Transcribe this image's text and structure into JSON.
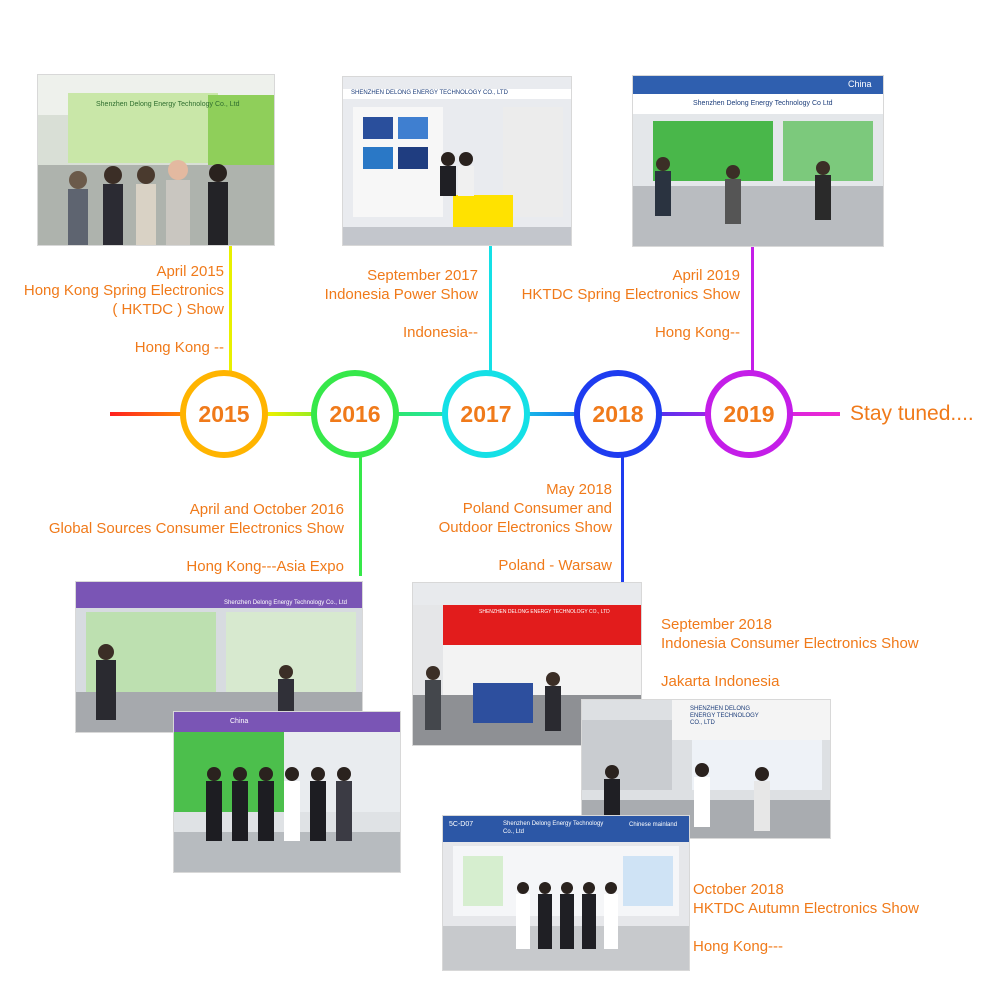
{
  "colors": {
    "text": "#f07a1a",
    "c2015": "#ffb400",
    "c2016": "#36e84a",
    "c2017": "#14e0e6",
    "c2018": "#1e3cf0",
    "c2019": "#c41ee8",
    "end": "#ef2ad2"
  },
  "years": [
    "2015",
    "2016",
    "2017",
    "2018",
    "2019"
  ],
  "stay_tuned": "Stay tuned....",
  "events": {
    "e2015": {
      "date": "April 2015",
      "line1": "Hong Kong Spring Electronics",
      "line2": "( HKTDC ) Show",
      "place": "Hong Kong --"
    },
    "e2016": {
      "date": "April and October 2016",
      "line1": "Global Sources Consumer Electronics Show",
      "place": "Hong Kong---Asia Expo"
    },
    "e2017": {
      "date": "September 2017",
      "line1": "Indonesia Power Show",
      "place": "Indonesia--"
    },
    "e2018a": {
      "date": "May 2018",
      "line1": "Poland Consumer and",
      "line2": "Outdoor Electronics Show",
      "place": "Poland - Warsaw"
    },
    "e2018b": {
      "date": "September 2018",
      "line1": "Indonesia Consumer Electronics Show",
      "place": "Jakarta Indonesia"
    },
    "e2018c": {
      "date": "October 2018",
      "line1": "HKTDC Autumn Electronics Show",
      "place": "Hong Kong---"
    },
    "e2019": {
      "date": "April 2019",
      "line1": "HKTDC Spring Electronics Show",
      "place": "Hong Kong--"
    }
  },
  "photo_signs": {
    "p2015": "Shenzhen Delong Energy Technology Co., Ltd",
    "p2017a": "SHENZHEN DELONG ENERGY TECHNOLOGY CO., LTD",
    "p2019": "Shenzhen Delong Energy Technology Co Ltd",
    "p2019b": "China",
    "p2016a": "Shenzhen Delong Energy Technology Co., Ltd",
    "p2016b": "China",
    "p2018a": "SHENZHEN DELONG ENERGY TECHNOLOGY CO., LTD",
    "p2018b": "SHENZHEN DELONG ENERGY TECHNOLOGY CO., LTD",
    "p2018c1": "5C-D07",
    "p2018c2": "Shenzhen Delong Energy Technology Co., Ltd",
    "p2018c3": "Chinese mainland"
  }
}
